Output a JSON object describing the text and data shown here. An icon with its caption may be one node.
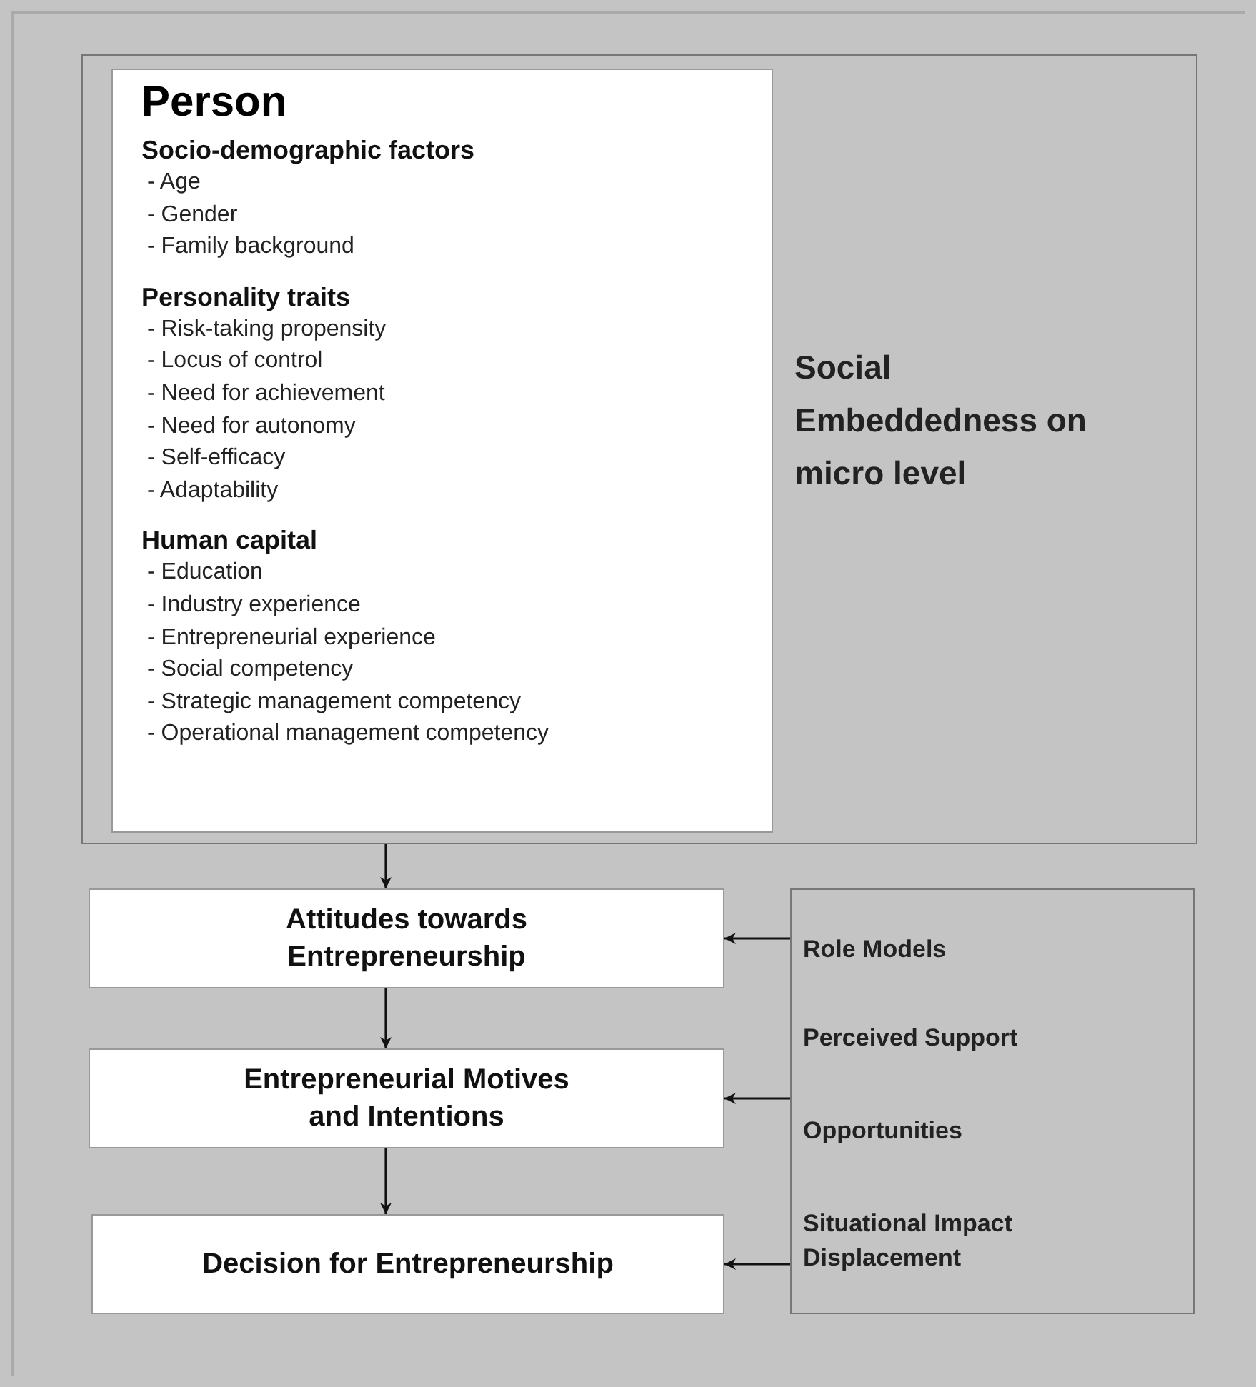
{
  "diagram": {
    "nodes": [
      {
        "text": [
          "Social Embeddedness on micro level"
        ]
      },
      {
        "text": [
          "Person",
          "Socio-demographic factors",
          "- Age",
          "- Gender",
          "- Family background",
          "Personality traits",
          "- Risk-taking propensity",
          "- Locus of control",
          "- Need for achievement",
          "- Need for autonomy",
          "- Self-efficacy",
          "- Adaptability",
          "Human capital",
          "- Education",
          "- Industry experience",
          "- Entrepreneurial experience",
          "- Social competency",
          "- Strategic management competency",
          "- Operational management competency"
        ],
        "in": 0
      },
      {
        "text": [
          "Attitudes towards Entrepreneurship"
        ]
      },
      {
        "text": [
          "Entrepreneurial Motives and Intentions"
        ]
      },
      {
        "text": [
          "Decision for Entrepreneurship"
        ]
      },
      {
        "text": [
          "Role Models",
          "Perceived Support",
          "Opportunities",
          "Situational Impact Displacement"
        ]
      }
    ],
    "edges": [
      {
        "from": 0,
        "to": 2,
        "arrow": "to"
      },
      {
        "from": 2,
        "to": 3,
        "arrow": "to"
      },
      {
        "from": 3,
        "to": 4,
        "arrow": "to"
      },
      {
        "from": 5,
        "to": 2,
        "arrow": "to"
      },
      {
        "from": 5,
        "to": 3,
        "arrow": "to"
      },
      {
        "from": 5,
        "to": 4,
        "arrow": "to"
      }
    ]
  }
}
